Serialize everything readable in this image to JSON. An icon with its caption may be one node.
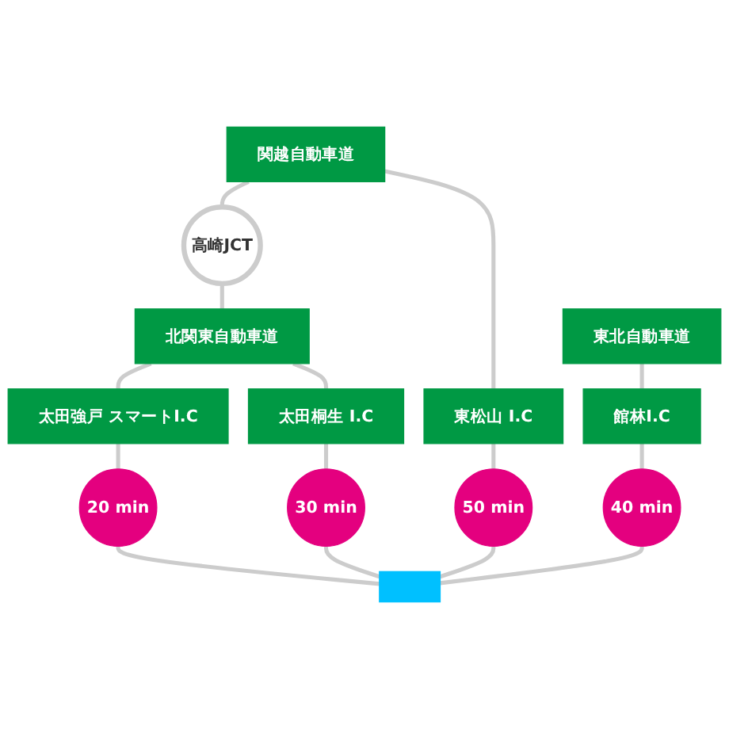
{
  "diagram": {
    "nodes": [
      {
        "text": [
          "関越自動車道"
        ]
      },
      {
        "text": [
          "東北自動車道"
        ]
      },
      {
        "text": [
          "高崎JCT"
        ]
      },
      {
        "text": [
          "北関東自動車道"
        ]
      },
      {
        "text": [
          "太田強戸 スマートI.C"
        ]
      },
      {
        "text": [
          "太田桐生 I.C"
        ]
      },
      {
        "text": [
          "東松山 I.C"
        ]
      },
      {
        "text": [
          "館林I.C"
        ]
      },
      {
        "text": [
          "20 min"
        ]
      },
      {
        "text": [
          "30 min"
        ]
      },
      {
        "text": [
          "50 min"
        ]
      },
      {
        "text": [
          "40 min"
        ]
      },
      {
        "text": [],
        "shape": "bar"
      }
    ],
    "edges": [
      {
        "from": 0,
        "to": 2,
        "arrow": "none"
      },
      {
        "from": 2,
        "to": 3,
        "arrow": "none"
      },
      {
        "from": 3,
        "to": 4,
        "arrow": "none"
      },
      {
        "from": 3,
        "to": 5,
        "arrow": "none"
      },
      {
        "from": 0,
        "to": 6,
        "arrow": "none"
      },
      {
        "from": 1,
        "to": 7,
        "arrow": "none"
      },
      {
        "from": 4,
        "to": 8,
        "arrow": "none"
      },
      {
        "from": 5,
        "to": 9,
        "arrow": "none"
      },
      {
        "from": 6,
        "to": 10,
        "arrow": "none"
      },
      {
        "from": 7,
        "to": 11,
        "arrow": "none"
      },
      {
        "from": 8,
        "to": 12,
        "arrow": "none"
      },
      {
        "from": 9,
        "to": 12,
        "arrow": "none"
      },
      {
        "from": 10,
        "to": 12,
        "arrow": "none"
      },
      {
        "from": 11,
        "to": 12,
        "arrow": "none"
      }
    ]
  }
}
